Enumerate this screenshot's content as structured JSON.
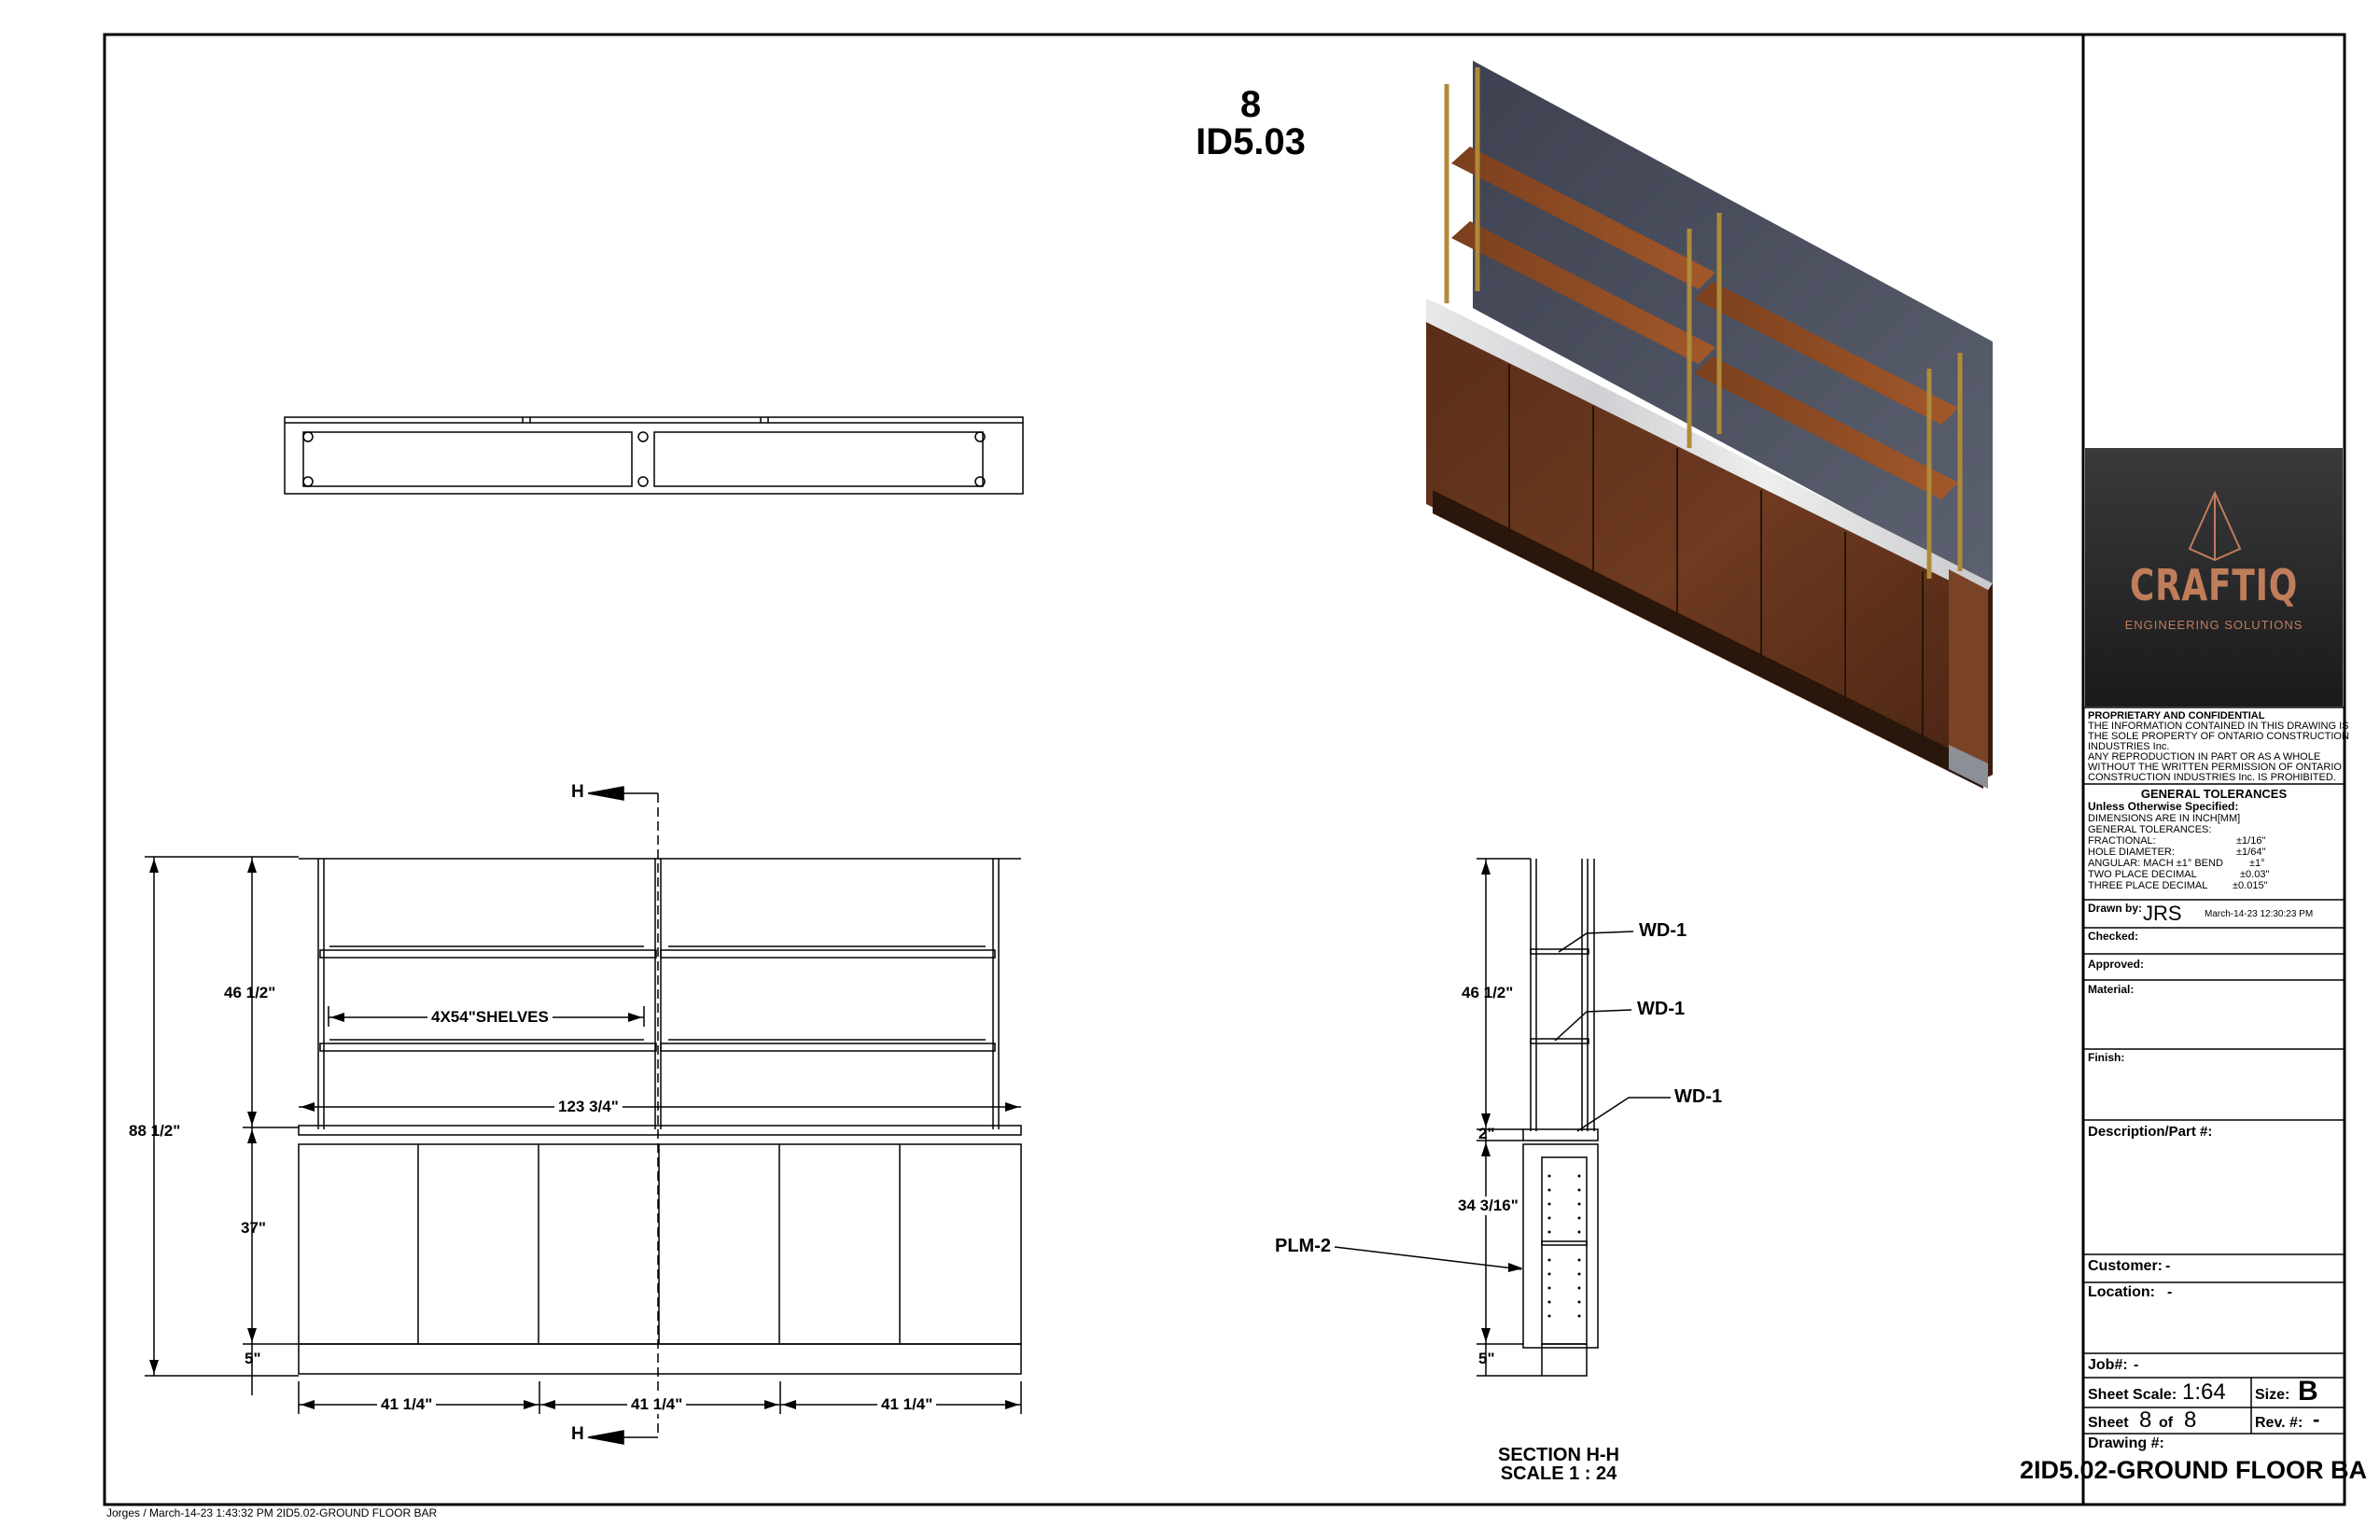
{
  "header": {
    "sheet_number": "8",
    "reference": "ID5.03"
  },
  "dimensions": {
    "shelf_height": "46 1/2\"",
    "total_height": "88 1/2\"",
    "cabinet_height": "37\"",
    "base_height": "5\"",
    "shelves_note": "4X54\"SHELVES",
    "overall_width": "123 3/4\"",
    "section_width_1": "41 1/4\"",
    "section_width_2": "41 1/4\"",
    "section_width_3": "41 1/4\"",
    "section_shelf_height": "46 1/2\"",
    "section_top": "2\"",
    "section_cabinet": "34 3/16\"",
    "section_base": "5\""
  },
  "section_marker": "H",
  "callouts": {
    "wd1_a": "WD-1",
    "wd1_b": "WD-1",
    "wd1_c": "WD-1",
    "plm2": "PLM-2"
  },
  "section_caption": {
    "title": "SECTION H-H",
    "scale": "SCALE 1 : 24"
  },
  "footer_note": "Jorges / March-14-23 1:43:32 PM  2ID5.02-GROUND FLOOR BAR",
  "logo": {
    "name": "CRAFTIQ",
    "tagline": "ENGINEERING SOLUTIONS"
  },
  "title_block": {
    "proprietary_title": "PROPRIETARY AND CONFIDENTIAL",
    "proprietary_lines": [
      "THE INFORMATION CONTAINED IN THIS DRAWING IS",
      "THE SOLE PROPERTY OF ONTARIO CONSTRUCTION",
      "INDUSTRIES Inc.",
      "ANY REPRODUCTION IN PART OR AS A WHOLE",
      "WITHOUT THE WRITTEN PERMISSION OF ONTARIO",
      "CONSTRUCTION INDUSTRIES Inc. IS PROHIBITED."
    ],
    "tolerances_title": "GENERAL TOLERANCES",
    "unless": "Unless Otherwise Specified:",
    "tol_lines": [
      {
        "label": "DIMENSIONS ARE IN INCH[MM]",
        "value": ""
      },
      {
        "label": "GENERAL TOLERANCES:",
        "value": ""
      },
      {
        "label": "FRACTIONAL:",
        "value": "±1/16\""
      },
      {
        "label": "HOLE DIAMETER:",
        "value": "±1/64\""
      },
      {
        "label": "ANGULAR: MACH ±1° BEND",
        "value": "±1°"
      },
      {
        "label": "TWO PLACE DECIMAL",
        "value": "±0.03\""
      },
      {
        "label": "THREE PLACE DECIMAL",
        "value": "±0.015\""
      }
    ],
    "drawn_by_label": "Drawn by:",
    "drawn_by": "JRS",
    "drawn_date": "March-14-23 12:30:23 PM",
    "checked_label": "Checked:",
    "approved_label": "Approved:",
    "material_label": "Material:",
    "finish_label": "Finish:",
    "description_label": "Description/Part #:",
    "customer_label": "Customer:",
    "customer": "-",
    "location_label": "Location:",
    "location": "-",
    "job_label": "Job#:",
    "job": "-",
    "sheet_scale_label": "Sheet Scale:",
    "sheet_scale": "1:64",
    "size_label": "Size:",
    "size": "B",
    "sheet_label": "Sheet",
    "sheet_num": "8",
    "of_label": "of",
    "sheet_total": "8",
    "rev_label": "Rev. #:",
    "rev": "-",
    "drawing_label": "Drawing #:",
    "drawing_number": "2ID5.02-GROUND FLOOR BA"
  }
}
